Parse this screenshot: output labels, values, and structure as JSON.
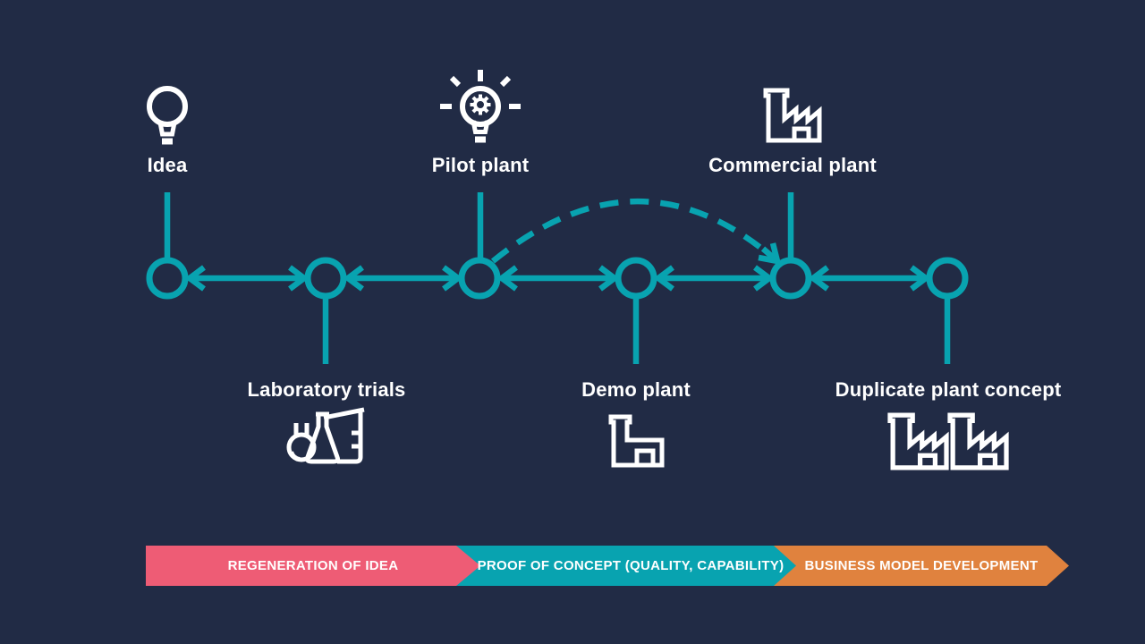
{
  "colors": {
    "background": "#212B45",
    "teal": "#08A3B0",
    "white": "#FFFFFF",
    "pink": "#EE5C75",
    "orange": "#E0823E"
  },
  "stages": {
    "top": [
      {
        "label": "Idea",
        "icon": "lightbulb-icon"
      },
      {
        "label": "Pilot plant",
        "icon": "lightbulb-gear-icon"
      },
      {
        "label": "Commercial plant",
        "icon": "factory-icon"
      }
    ],
    "bottom": [
      {
        "label": "Laboratory trials",
        "icon": "lab-glassware-icon"
      },
      {
        "label": "Demo plant",
        "icon": "small-factory-icon"
      },
      {
        "label": "Duplicate plant concept",
        "icon": "double-factory-icon"
      }
    ]
  },
  "feedback_arrow": {
    "from": "Pilot plant",
    "to": "Commercial plant",
    "style": "dashed-arc"
  },
  "banner": {
    "segments": [
      {
        "label": "REGENERATION OF IDEA",
        "color": "#EE5C75"
      },
      {
        "label": "PROOF OF CONCEPT (QUALITY, CAPABILITY)",
        "color": "#08A3B0"
      },
      {
        "label": "BUSINESS MODEL DEVELOPMENT",
        "color": "#E0823E"
      }
    ]
  }
}
